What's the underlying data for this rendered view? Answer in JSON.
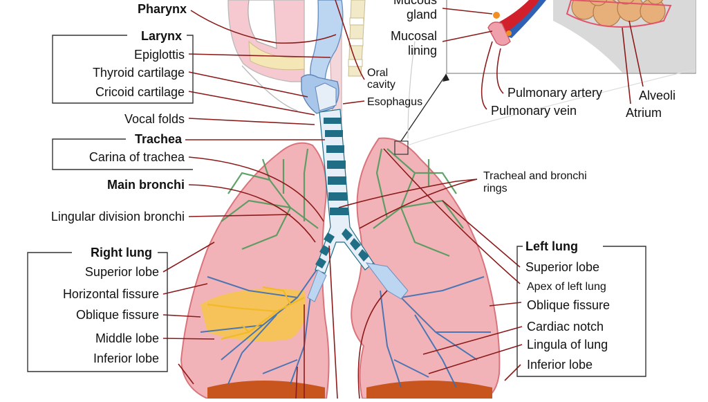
{
  "colors": {
    "lung_fill": "#f2b3b8",
    "lung_edge": "#d9737c",
    "bronchi_green": "#4f9a5a",
    "bronchi_blue": "#3a6fb3",
    "middle_lobe_yellow": "#f6c83a",
    "trachea_ring": "#1f6e86",
    "airway_light": "#bcd6f2",
    "leader_line": "#8b1a1a",
    "diaphragm": "#c8551e"
  },
  "labels": {
    "pharynx": "Pharynx",
    "larynx": "Larynx",
    "epiglottis": "Epiglottis",
    "thyroid_cartilage": "Thyroid cartilage",
    "cricoid_cartilage": "Cricoid cartilage",
    "vocal_folds": "Vocal folds",
    "trachea": "Trachea",
    "carina": "Carina of trachea",
    "main_bronchi": "Main bronchi",
    "lingular_division": "Lingular division bronchi",
    "oral_cavity_1": "Oral",
    "oral_cavity_2": "cavity",
    "esophagus": "Esophagus",
    "mucous_gland_1": "Mucous",
    "mucous_gland_2": "gland",
    "mucosal_lining_1": "Mucosal",
    "mucosal_lining_2": "lining",
    "pulmonary_artery": "Pulmonary artery",
    "pulmonary_vein": "Pulmonary vein",
    "alveoli": "Alveoli",
    "atrium": "Atrium",
    "tracheal_rings_1": "Tracheal and bronchi",
    "tracheal_rings_2": "rings",
    "right_lung": "Right lung",
    "r_superior_lobe": "Superior lobe",
    "horizontal_fissure": "Horizontal fissure",
    "r_oblique_fissure": "Oblique fissure",
    "middle_lobe": "Middle lobe",
    "r_inferior_lobe": "Inferior lobe",
    "left_lung": "Left lung",
    "l_superior_lobe": "Superior lobe",
    "apex_left_lung": "Apex of left lung",
    "l_oblique_fissure": "Oblique fissure",
    "cardiac_notch": "Cardiac notch",
    "lingula": "Lingula of lung",
    "l_inferior_lobe": "Inferior lobe"
  }
}
